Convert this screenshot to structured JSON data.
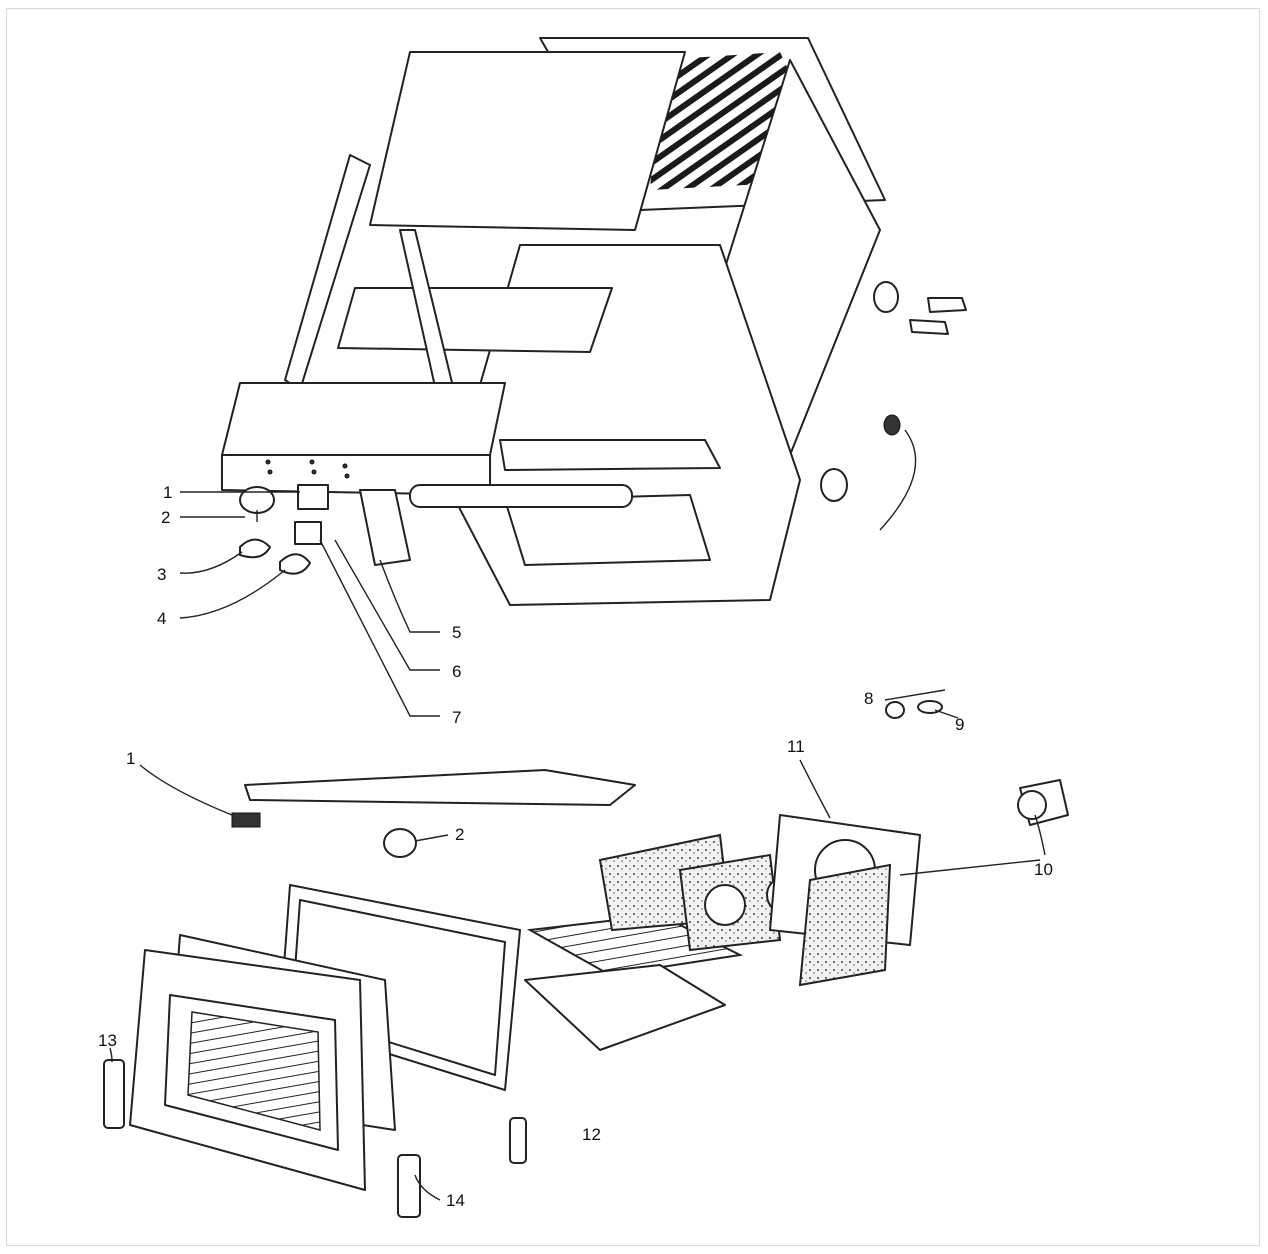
{
  "upper_assembly": {
    "labels": [
      "1",
      "2",
      "3",
      "4",
      "5",
      "6",
      "7"
    ]
  },
  "lower_assembly": {
    "labels": [
      "8",
      "9",
      "1",
      "2",
      "11",
      "10",
      "13",
      "12",
      "14"
    ]
  },
  "colors": {
    "line": "#222222",
    "background": "#ffffff"
  }
}
